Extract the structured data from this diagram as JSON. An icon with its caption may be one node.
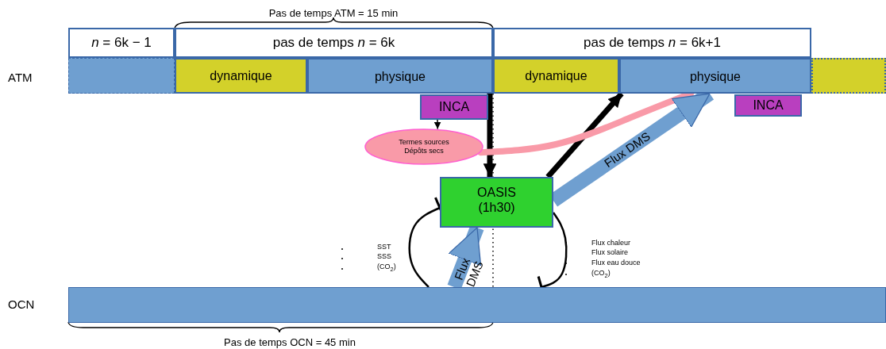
{
  "diagram": {
    "nodes": [
      {
        "text": [
          "*n* = 6k − 1"
        ]
      },
      {
        "text": [
          "pas de temps *n* = 6k"
        ]
      },
      {
        "text": [
          "pas de temps *n* = 6k+1"
        ]
      },
      {
        "text": [],
        "shape": "box"
      },
      {
        "text": [
          "dynamique"
        ]
      },
      {
        "text": [
          "physique"
        ]
      },
      {
        "text": [
          "dynamique"
        ]
      },
      {
        "text": [
          "physique"
        ]
      },
      {
        "text": [],
        "shape": "box"
      },
      {
        "text": [
          "INCA"
        ]
      },
      {
        "text": [
          "INCA"
        ]
      },
      {
        "text": [
          "Termes sources Dépôts secs"
        ]
      },
      {
        "text": [
          "OASIS (1h30)"
        ]
      },
      {
        "text": [],
        "shape": "box"
      }
    ],
    "edges": [
      {
        "from": 9,
        "to": 11,
        "arrow": "to"
      },
      {
        "from": 5,
        "to": 12,
        "arrow": "to"
      },
      {
        "from": 12,
        "to": 7,
        "arrow": "to"
      },
      {
        "from": 11,
        "to": 7,
        "arrow": "none",
        "color": "#f99aa8"
      },
      {
        "from": 12,
        "to": 7,
        "arrow": "to",
        "label": "Flux DMS",
        "style": "thick",
        "color": "#6f9fd0"
      },
      {
        "from": 13,
        "to": 12,
        "arrow": "to",
        "label": "Flux DMS",
        "style": "thick",
        "color": "#6f9fd0"
      },
      {
        "from": 13,
        "to": 12,
        "arrow": "other"
      },
      {
        "from": 12,
        "to": 13,
        "arrow": "other"
      }
    ],
    "labels": [
      "Pas de temps ATM = 15 min",
      "ATM",
      "SST",
      "SSS",
      "(CO$_{2}$)",
      "Flux chaleur",
      "Flux solaire",
      "Flux eau douce",
      "(CO$_{2}$)",
      "OCN",
      "Pas de temps OCN = 45 min"
    ]
  }
}
